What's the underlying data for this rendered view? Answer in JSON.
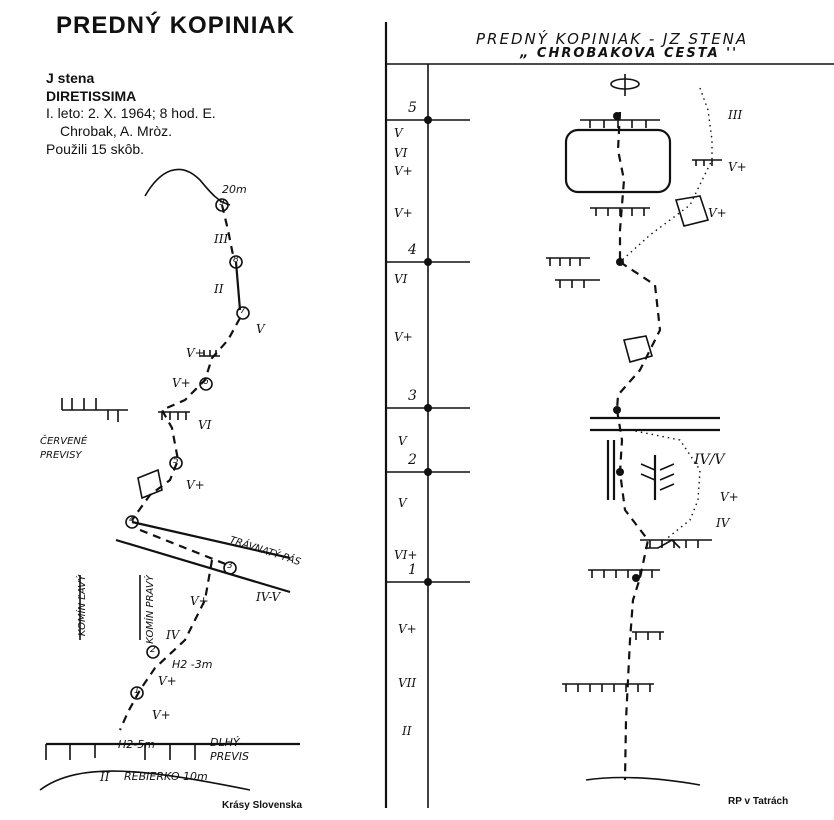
{
  "left_topo": {
    "title": "PREDNÝ KOPINIAK",
    "face": "J stena",
    "route": "DIRETISSIMA",
    "ascent_line1": "I. leto: 2. X. 1964; 8 hod. E.",
    "ascent_line2": "Chrobak, A. Mròz.",
    "note": "Použili 15 skôb.",
    "labels": {
      "pitch_20m": "20m",
      "grade_iii": "III",
      "grade_ii": "II",
      "grade_v_a": "V",
      "grade_vplus_a": "V+",
      "grade_vplus_b": "V+",
      "grade_vi": "VI",
      "grade_vplus_c": "V+",
      "cervene": "ČERVENÉ",
      "previsy": "PREVISY",
      "travnaty_pas": "TRÁVNATÝ PÁS",
      "grade_iv_v": "IV-V",
      "grade_vplus_d": "V+",
      "grade_iv": "IV",
      "komin_lavy": "KOMÍN ĽAVÝ",
      "komin_pravy": "KOMÍN PRAVÝ",
      "h2_3m": "H2 -3m",
      "grade_vplus_e": "V+",
      "grade_vplus_f": "V+",
      "h2_5m": "H2-5m",
      "dlhy": "DLHÝ",
      "previs": "PREVIS",
      "grade_ii_low": "II",
      "rebierko": "REBIERKO 10m"
    },
    "belays": [
      "9",
      "8",
      "7",
      "6",
      "5",
      "4",
      "3",
      "2",
      "1"
    ]
  },
  "right_topo": {
    "title_line1": "PREDNÝ KOPINIAK - JZ STENA",
    "title_line2": "„ CHROBAKOVA CESTA ''",
    "belay_numbers": [
      "5",
      "4",
      "3",
      "2",
      "1"
    ],
    "left_grades": [
      "V",
      "VI",
      "V+",
      "V+",
      "VI",
      "V+",
      "V",
      "V",
      "VI+",
      "V+",
      "VII",
      "II"
    ],
    "route_grades": {
      "iii": "III",
      "vplus_top": "V+",
      "vplus_mid": "V+",
      "iv_v": "IV/V",
      "vplus_low": "V+",
      "iv": "IV"
    }
  },
  "credits": {
    "left": "Krásy Slovenska",
    "right": "RP v Tatrách"
  }
}
